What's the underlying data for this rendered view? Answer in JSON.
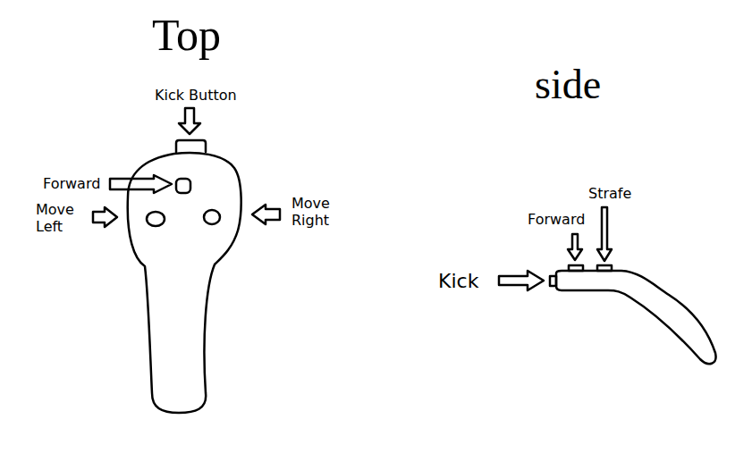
{
  "diagram": {
    "labels": [
      "Top",
      "Kick Button",
      "Forward",
      "Move Left",
      "Move Right",
      "side",
      "Strafe",
      "Forward",
      "Kick"
    ]
  }
}
